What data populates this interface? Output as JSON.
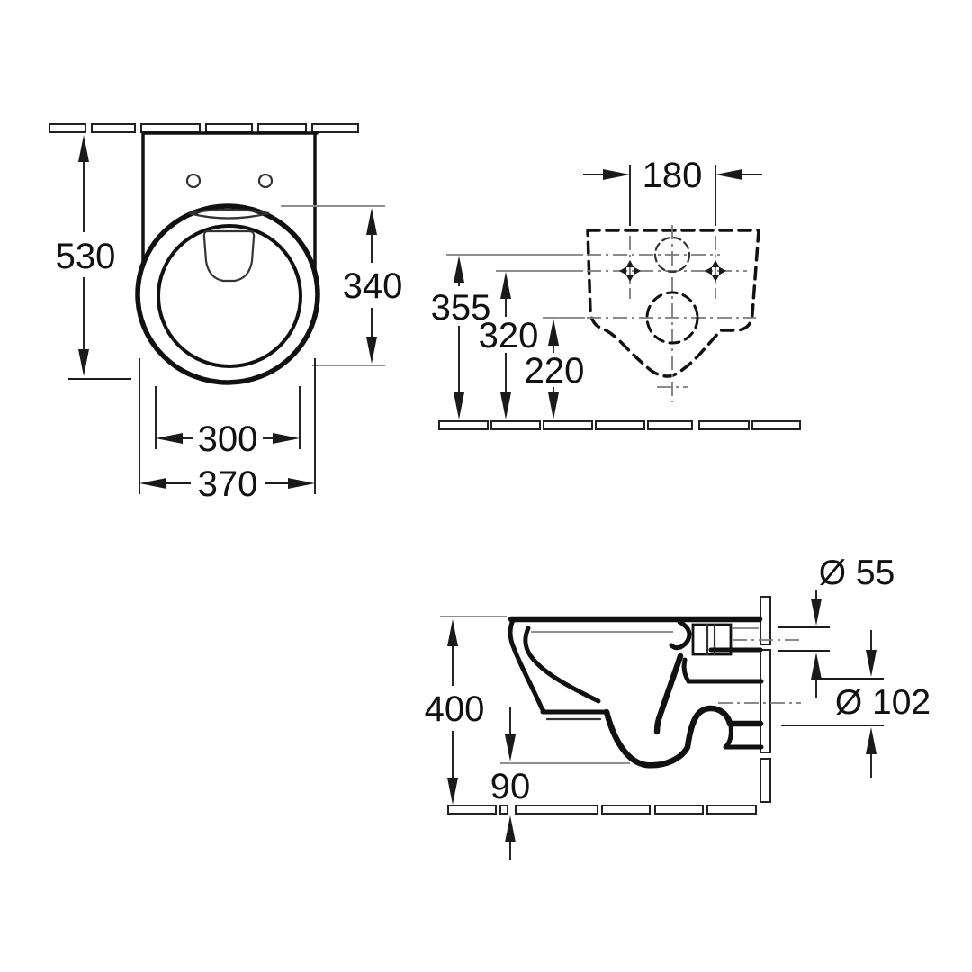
{
  "diagram": {
    "type": "technical-drawing",
    "subject": "wall-hung-toilet-dimension-drawing",
    "colors": {
      "background": "#ffffff",
      "line": "#111111",
      "extension_line": "#8f8f8f"
    },
    "top_view": {
      "overall_depth": "530",
      "opening_depth": "340",
      "opening_width": "300",
      "overall_width": "370"
    },
    "rear_view": {
      "fixing_hole_spacing": "180",
      "inlet_center_height": "355",
      "fixing_hole_height": "320",
      "outlet_center_height": "220"
    },
    "side_view": {
      "rim_height": "400",
      "underside_clearance": "90",
      "inlet_diameter": "Ø 55",
      "outlet_diameter": "Ø 102"
    }
  }
}
